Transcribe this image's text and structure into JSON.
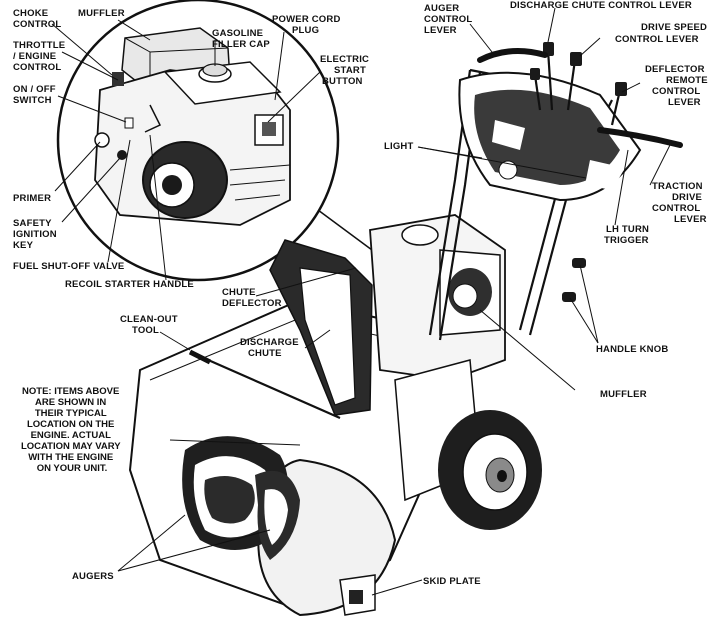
{
  "labels": {
    "choke_control": [
      "CHOKE",
      "CONTROL"
    ],
    "muffler_top": "MUFFLER",
    "throttle": [
      "THROTTLE",
      "/ ENGINE",
      "CONTROL"
    ],
    "on_off": [
      "ON / OFF",
      "SWITCH"
    ],
    "primer": "PRIMER",
    "safety_key": [
      "SAFETY",
      "IGNITION",
      "KEY"
    ],
    "fuel_valve": "FUEL SHUT-OFF VALVE",
    "recoil": "RECOIL STARTER HANDLE",
    "gas_cap": [
      "GASOLINE",
      "FILLER CAP"
    ],
    "power_cord": [
      "POWER CORD",
      "PLUG"
    ],
    "electric_start": [
      "ELECTRIC",
      "START",
      "BUTTON"
    ],
    "auger_lever": [
      "AUGER",
      "CONTROL",
      "LEVER"
    ],
    "discharge_lever": "DISCHARGE CHUTE CONTROL LEVER",
    "drive_speed": [
      "DRIVE SPEED",
      "CONTROL LEVER"
    ],
    "deflector_remote": [
      "DEFLECTOR",
      "REMOTE",
      "CONTROL",
      "LEVER"
    ],
    "light": "LIGHT",
    "traction": [
      "TRACTION",
      "DRIVE",
      "CONTROL",
      "LEVER"
    ],
    "lh_turn": [
      "LH TURN",
      "TRIGGER"
    ],
    "chute_deflector": [
      "CHUTE",
      "DEFLECTOR"
    ],
    "clean_out": [
      "CLEAN-OUT",
      "TOOL"
    ],
    "discharge_chute": [
      "DISCHARGE",
      "CHUTE"
    ],
    "handle_knob": "HANDLE KNOB",
    "muffler_bottom": "MUFFLER",
    "augers": "AUGERS",
    "skid_plate": "SKID PLATE"
  },
  "note": [
    "NOTE: ITEMS ABOVE",
    "ARE SHOWN IN",
    "THEIR TYPICAL",
    "LOCATION ON THE",
    "ENGINE.  ACTUAL",
    "LOCATION MAY VARY",
    "WITH THE ENGINE",
    "ON YOUR UNIT."
  ]
}
